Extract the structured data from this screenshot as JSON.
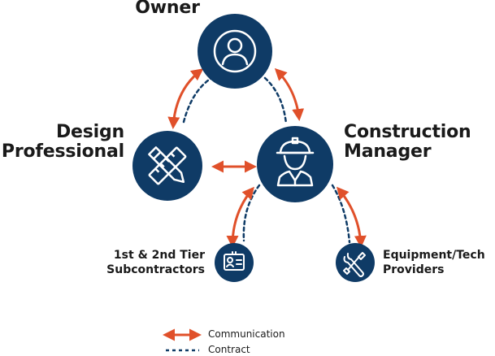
{
  "nodes": {
    "owner": "Owner",
    "design_line1": "Design",
    "design_line2": "Professional",
    "cm_line1": "Construction",
    "cm_line2": "Manager",
    "sub_line1": "1st & 2nd Tier",
    "sub_line2": "Subcontractors",
    "equip_line1": "Equipment/Tech",
    "equip_line2": "Providers"
  },
  "legend": {
    "communication": "Communication",
    "contract": "Contract"
  },
  "colors": {
    "node_fill": "#0f3b66",
    "arrow": "#e0502a",
    "contract_line": "#0f3b66"
  },
  "icons": {
    "owner": "person-icon",
    "design": "pencil-ruler-icon",
    "cm": "construction-worker-icon",
    "sub": "id-badge-icon",
    "equip": "wrench-screwdriver-icon"
  }
}
